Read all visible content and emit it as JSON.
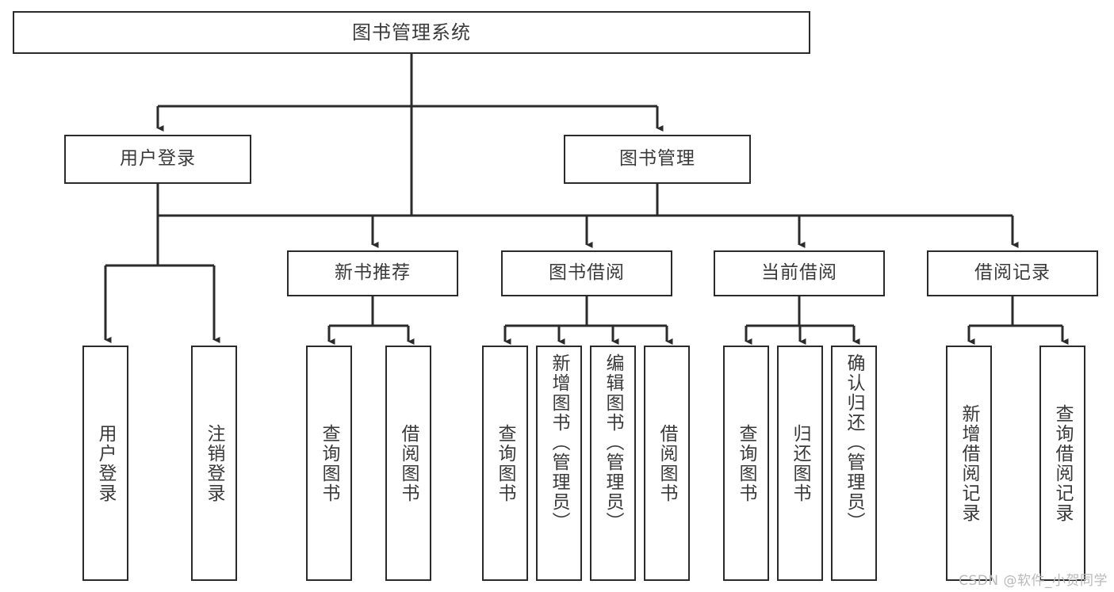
{
  "diagram": {
    "title": "图书管理系统",
    "type": "tree-hierarchy-chart",
    "watermark": "CSDN @软件_小贺同学",
    "colors": {
      "box_border": "#2b2b2b",
      "box_fill": "#ffffff",
      "text": "#3a3a3a",
      "edge": "#2b2b2b",
      "watermark": "#b9b9b9",
      "background": "#ffffff"
    },
    "root": {
      "label": "图书管理系统"
    },
    "level2": [
      {
        "id": "user-login",
        "label": "用户登录"
      },
      {
        "id": "book-management",
        "label": "图书管理"
      }
    ],
    "level3": [
      {
        "id": "new-book-recommend",
        "label": "新书推荐"
      },
      {
        "id": "book-borrow",
        "label": "图书借阅"
      },
      {
        "id": "current-borrow",
        "label": "当前借阅"
      },
      {
        "id": "borrow-record",
        "label": "借阅记录"
      }
    ],
    "leaves": {
      "user_login": [
        {
          "id": "leaf-user-login",
          "label": "用户登录"
        },
        {
          "id": "leaf-logout-login",
          "label": "注销登录"
        }
      ],
      "new_book_recommend": [
        {
          "id": "leaf-query-book-1",
          "label": "查询图书"
        },
        {
          "id": "leaf-borrow-book-1",
          "label": "借阅图书"
        }
      ],
      "book_borrow": [
        {
          "id": "leaf-query-book-2",
          "label": "查询图书"
        },
        {
          "id": "leaf-add-book",
          "label": "新增图书（管理员）"
        },
        {
          "id": "leaf-edit-book",
          "label": "编辑图书（管理员）"
        },
        {
          "id": "leaf-borrow-book-2",
          "label": "借阅图书"
        }
      ],
      "current_borrow": [
        {
          "id": "leaf-query-book-3",
          "label": "查询图书"
        },
        {
          "id": "leaf-return-book",
          "label": "归还图书"
        },
        {
          "id": "leaf-confirm-return",
          "label": "确认归还（管理员）"
        }
      ],
      "borrow_record": [
        {
          "id": "leaf-add-record",
          "label": "新增借阅记录"
        },
        {
          "id": "leaf-query-record",
          "label": "查询借阅记录"
        }
      ]
    }
  }
}
